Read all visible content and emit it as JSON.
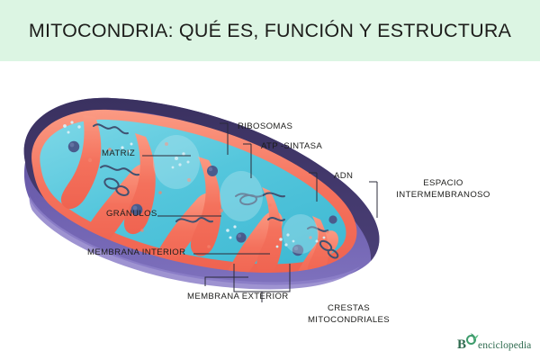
{
  "header": {
    "title": "MITOCONDRIA: QUÉ ES, FUNCIÓN Y ESTRUCTURA",
    "band_color": "#dcf5e3",
    "text_color": "#1d1d1b"
  },
  "diagram": {
    "name": "mitochondrion-cross-section",
    "colors": {
      "outer_membrane_top": "#3d3463",
      "outer_membrane_bottom": "#6b5da8",
      "outer_membrane_highlight": "#8a7cc4",
      "inner_membrane": "#f4715c",
      "inner_membrane_light": "#fa9b84",
      "matrix": "#4fc3d9",
      "matrix_light": "#79d5e4",
      "granule": "#4a5b8c",
      "dna_strand": "#3f5272",
      "ribosome_dot": "#cfe9f2",
      "background": "#ffffff"
    },
    "labels": [
      {
        "id": "matriz",
        "text": "MATRIZ"
      },
      {
        "id": "granulos",
        "text": "GRÁNULOS"
      },
      {
        "id": "membrana-interior",
        "text": "MEMBRANA INTERIOR"
      },
      {
        "id": "membrana-exterior",
        "text": "MEMBRANA EXTERIOR"
      },
      {
        "id": "ribosomas",
        "text": "RIBOSOMAS"
      },
      {
        "id": "atp-sintasa",
        "text": "ATP -SINTASA"
      },
      {
        "id": "adn",
        "text": "ADN"
      },
      {
        "id": "espacio-intermembranoso",
        "text": "ESPACIO INTERMEMBRANOSO"
      },
      {
        "id": "crestas-mitocondriales",
        "text": "CRESTAS MITOCONDRIALES"
      }
    ]
  },
  "logo": {
    "prefix": "B",
    "mark": "O",
    "word": "enciclopedia",
    "color": "#2f6b4f"
  }
}
